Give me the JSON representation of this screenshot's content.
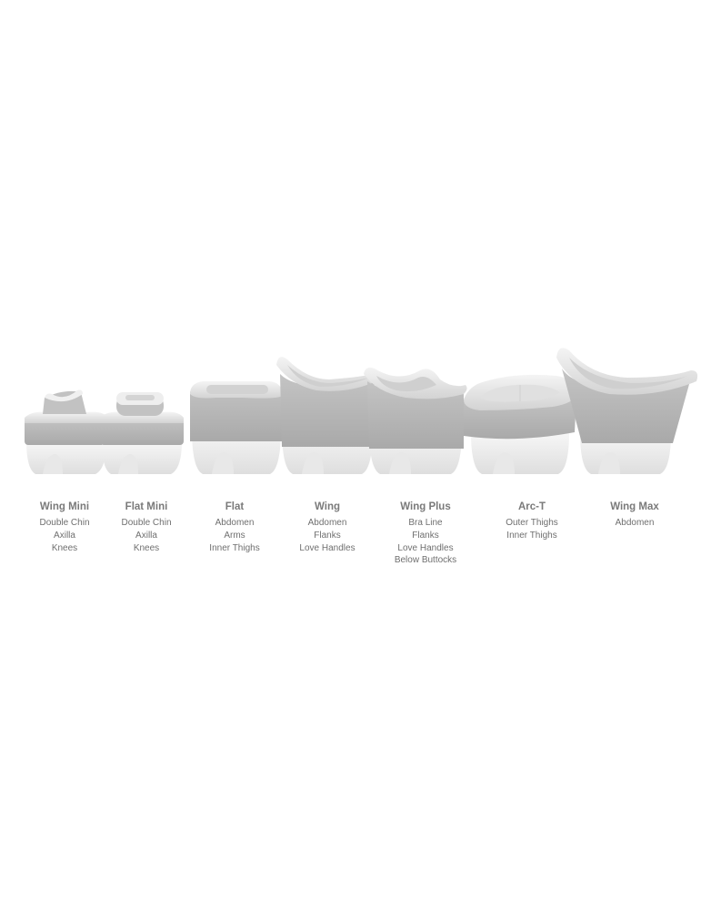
{
  "applicators": [
    {
      "name": "Wing Mini",
      "areas": [
        "Double Chin",
        "Axilla",
        "Knees"
      ]
    },
    {
      "name": "Flat Mini",
      "areas": [
        "Double Chin",
        "Axilla",
        "Knees"
      ]
    },
    {
      "name": "Flat",
      "areas": [
        "Abdomen",
        "Arms",
        "Inner Thighs"
      ]
    },
    {
      "name": "Wing",
      "areas": [
        "Abdomen",
        "Flanks",
        "Love Handles"
      ]
    },
    {
      "name": "Wing Plus",
      "areas": [
        "Bra Line",
        "Flanks",
        "Love Handles",
        "Below Buttocks"
      ]
    },
    {
      "name": "Arc-T",
      "areas": [
        "Outer Thighs",
        "Inner Thighs"
      ]
    },
    {
      "name": "Wing Max",
      "areas": [
        "Abdomen"
      ]
    }
  ],
  "colors": {
    "cup_body": "#b9b9b9",
    "cup_top": "#e3e3e3",
    "cup_base": "#eeeeee",
    "caption_text": "#6f6f6f"
  }
}
